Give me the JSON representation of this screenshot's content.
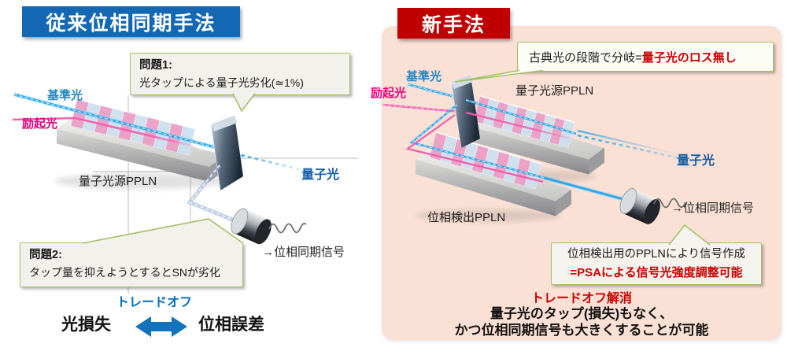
{
  "left_panel": {
    "title": "従来位相同期手法",
    "problem1": {
      "title": "問題1:",
      "body": "光タップによる量子光劣化(≃1%)"
    },
    "problem2": {
      "title": "問題2:",
      "body": "タップ量を抑えようとするとSNが劣化"
    },
    "labels": {
      "reference": "基準光",
      "pump": "励起光",
      "ppln": "量子光源PPLN",
      "quantum": "量子光",
      "signal": "→位相同期信号"
    },
    "tradeoff": {
      "label": "トレードオフ",
      "left_term": "光損失",
      "right_term": "位相誤差"
    }
  },
  "right_panel": {
    "title": "新手法",
    "callout_top": {
      "plain": "古典光の段階で分岐=",
      "highlight": "量子光のロス無し"
    },
    "callout_bottom": {
      "line1": "位相検出用のPPLNにより信号作成",
      "line2": "=PSAによる信号光強度調整可能"
    },
    "labels": {
      "reference": "基準光",
      "pump": "励起光",
      "source_ppln": "量子光源PPLN",
      "detect_ppln": "位相検出PPLN",
      "quantum": "量子光",
      "signal": "→位相同期信号"
    },
    "summary": {
      "line1": "トレードオフ解消",
      "line2": "量子光のタップ(損失)もなく、",
      "line3": "かつ位相同期信号も大きくすることが可能"
    }
  },
  "colors": {
    "header_blue": "#1467b2",
    "header_red": "#c00000",
    "panel_pink": "#fbe1d5",
    "callout_green": "#a2c064",
    "box_gray": "#f2f1ec",
    "reference_blue": "#2287c5",
    "pump_magenta": "#e6007e",
    "quantum_blue": "#155fa8",
    "tradeoff_blue": "#0070c0",
    "accent_red": "#cc0000",
    "beam_cyan": "#2fa8e8"
  }
}
